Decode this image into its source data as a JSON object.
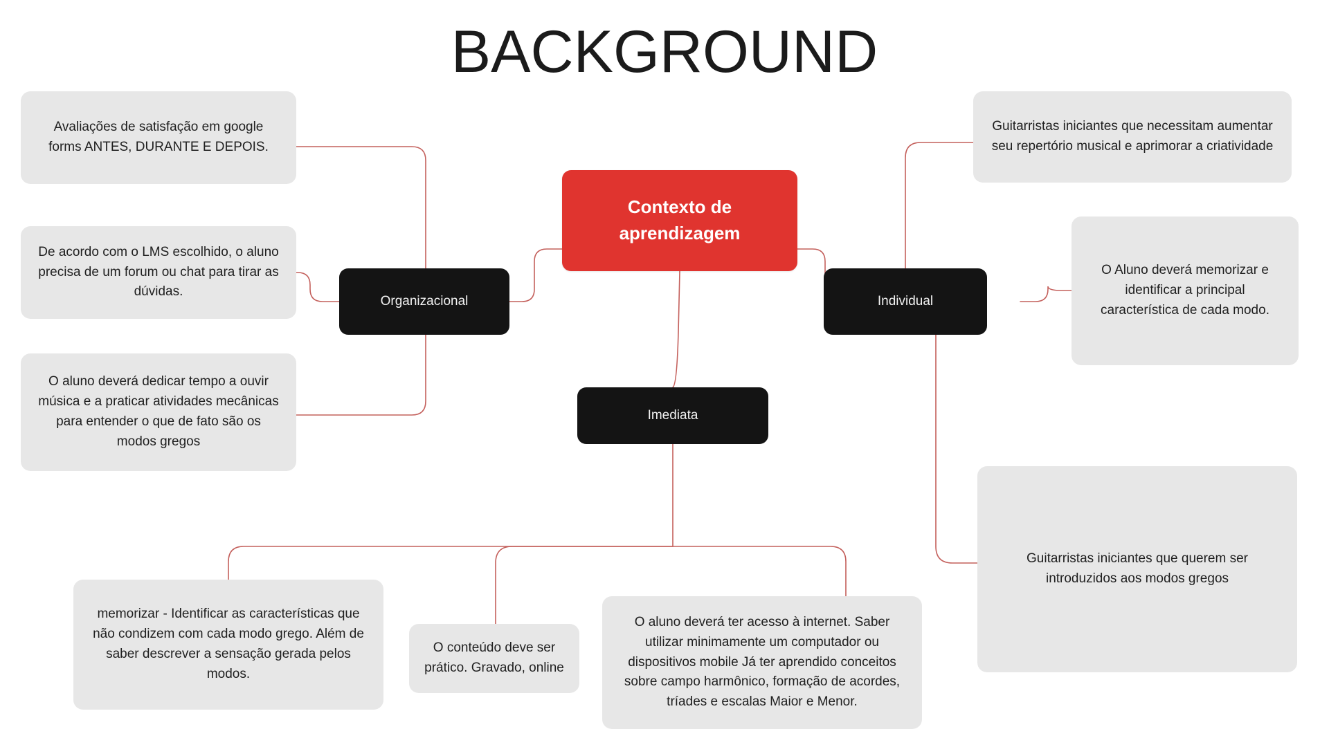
{
  "page": {
    "title": "BACKGROUND",
    "background_color": "#ffffff"
  },
  "colors": {
    "root_node": "#e0342f",
    "branch_node": "#141414",
    "leaf_node": "#e7e7e7",
    "connector_line": "#c4605c",
    "title_text": "#1b1b1b",
    "leaf_text": "#1f1f1f",
    "node_text_light": "#f2f2f2"
  },
  "diagram": {
    "type": "mind-map",
    "root": {
      "label": "Contexto de aprendizagem"
    },
    "branches": [
      {
        "id": "organizacional",
        "label": "Organizacional"
      },
      {
        "id": "individual",
        "label": "Individual"
      },
      {
        "id": "imediata",
        "label": "Imediata"
      }
    ],
    "leaves": [
      {
        "id": "leaf-avaliacoes",
        "parent": "organizacional",
        "text": "Avaliações de satisfação em google forms ANTES, DURANTE E DEPOIS."
      },
      {
        "id": "leaf-lms",
        "parent": "organizacional",
        "text": "De acordo com o LMS escolhido, o aluno precisa de um forum ou chat para tirar as dúvidas."
      },
      {
        "id": "leaf-dedicar-tempo",
        "parent": "organizacional",
        "text": "O aluno deverá dedicar tempo a ouvir música e a praticar atividades mecânicas para entender o que de fato são os modos gregos"
      },
      {
        "id": "leaf-repertorio",
        "parent": "individual",
        "text": "Guitarristas iniciantes que necessitam aumentar seu repertório musical e aprimorar a criatividade"
      },
      {
        "id": "leaf-memorizar-modo",
        "parent": "individual",
        "text": "O Aluno deverá memorizar e identificar a principal característica de cada modo."
      },
      {
        "id": "leaf-introduzidos",
        "parent": "individual",
        "text": "Guitarristas iniciantes que querem ser introduzidos aos modos gregos"
      },
      {
        "id": "leaf-caracteristicas",
        "parent": "imediata",
        "text": "memorizar - Identificar as características que não condizem com cada modo grego. Além de saber descrever a sensação gerada pelos modos."
      },
      {
        "id": "leaf-conteudo-pratico",
        "parent": "imediata",
        "text": "O conteúdo deve ser prático. Gravado, online"
      },
      {
        "id": "leaf-internet",
        "parent": "imediata",
        "text": "O aluno deverá ter acesso à internet. Saber utilizar minimamente um computador ou dispositivos mobile Já ter aprendido conceitos sobre campo harmônico, formação de acordes, tríades e escalas Maior e Menor."
      }
    ]
  }
}
